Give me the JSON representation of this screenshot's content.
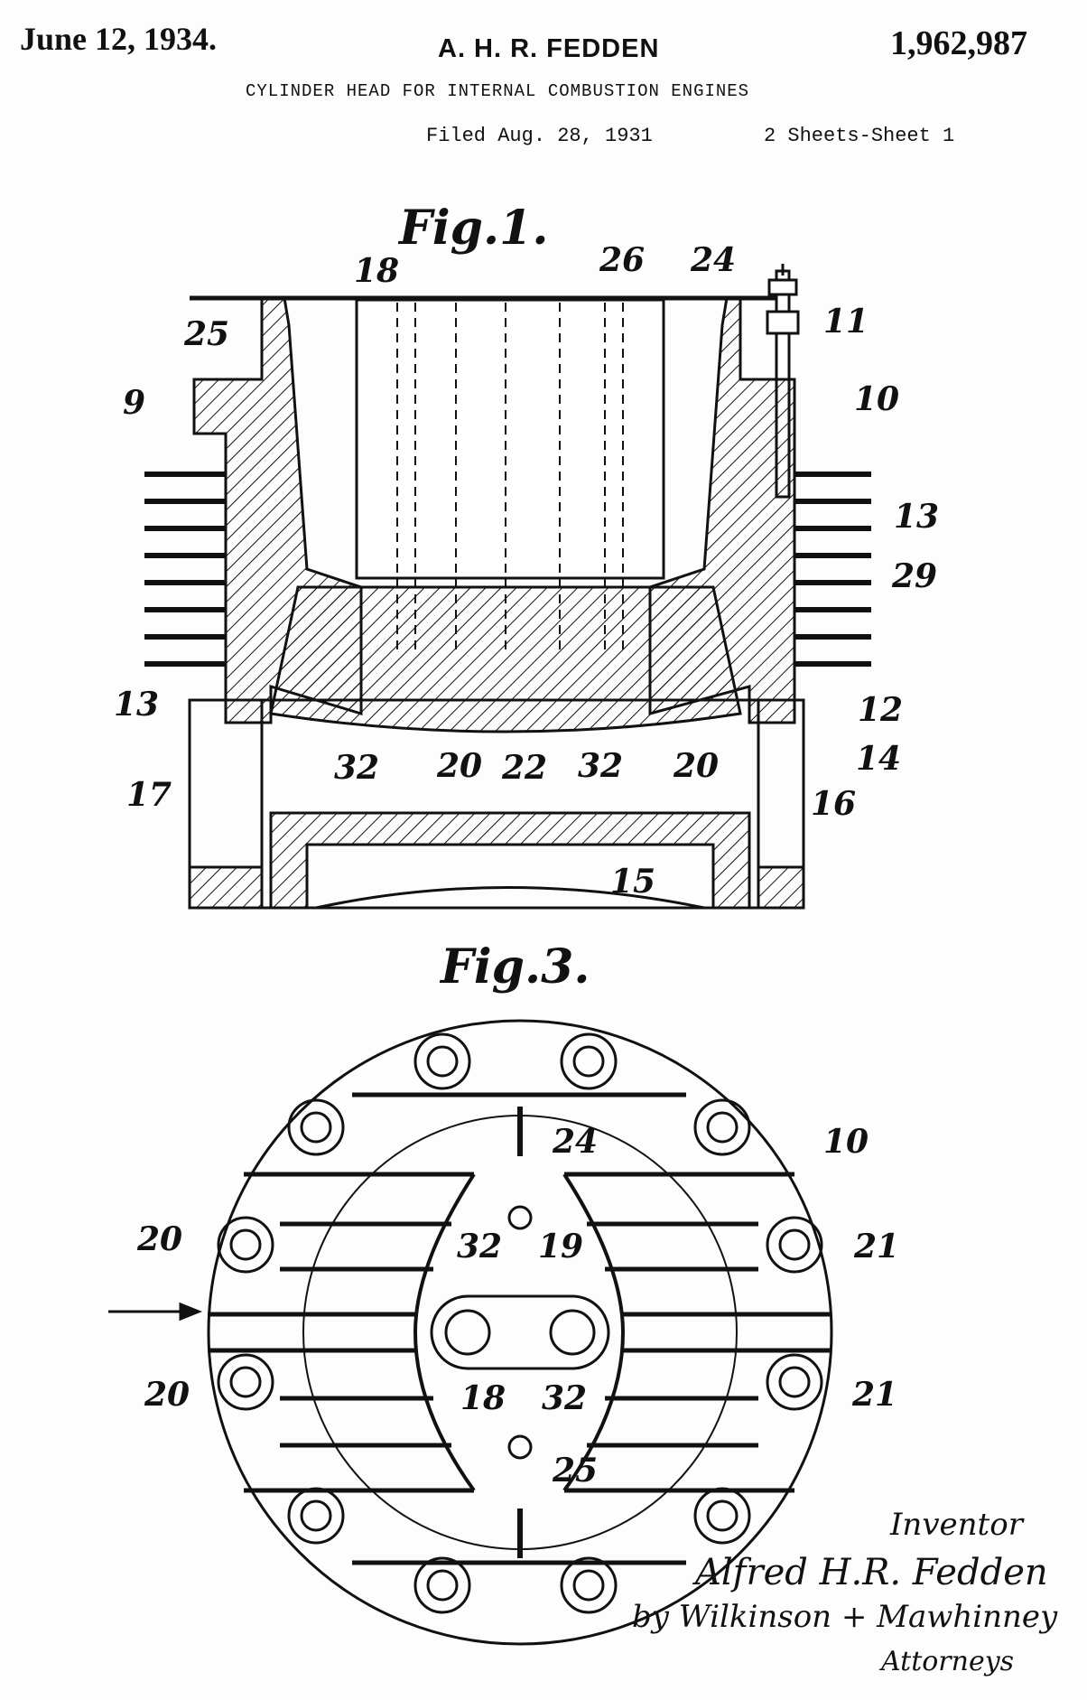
{
  "header": {
    "date": "June 12, 1934.",
    "inventor": "A. H. R. FEDDEN",
    "patent_number": "1,962,987",
    "title": "CYLINDER HEAD FOR INTERNAL COMBUSTION ENGINES",
    "filed": "Filed Aug. 28, 1931",
    "sheets": "2 Sheets-Sheet 1"
  },
  "fig1": {
    "label": "Fig.1.",
    "refs": [
      "18",
      "26",
      "24",
      "25",
      "11",
      "9",
      "10",
      "13",
      "29",
      "13",
      "12",
      "14",
      "17",
      "16",
      "32",
      "20",
      "22",
      "32",
      "20",
      "15"
    ]
  },
  "fig3": {
    "label": "Fig.3.",
    "refs": [
      "24",
      "10",
      "20",
      "32",
      "19",
      "21",
      "18",
      "32",
      "20",
      "21",
      "25"
    ]
  },
  "signature": {
    "caption": "Inventor",
    "name": "Alfred H.R. Fedden",
    "by": "by Wilkinson + Mawhinney",
    "attorneys": "Attorneys"
  }
}
